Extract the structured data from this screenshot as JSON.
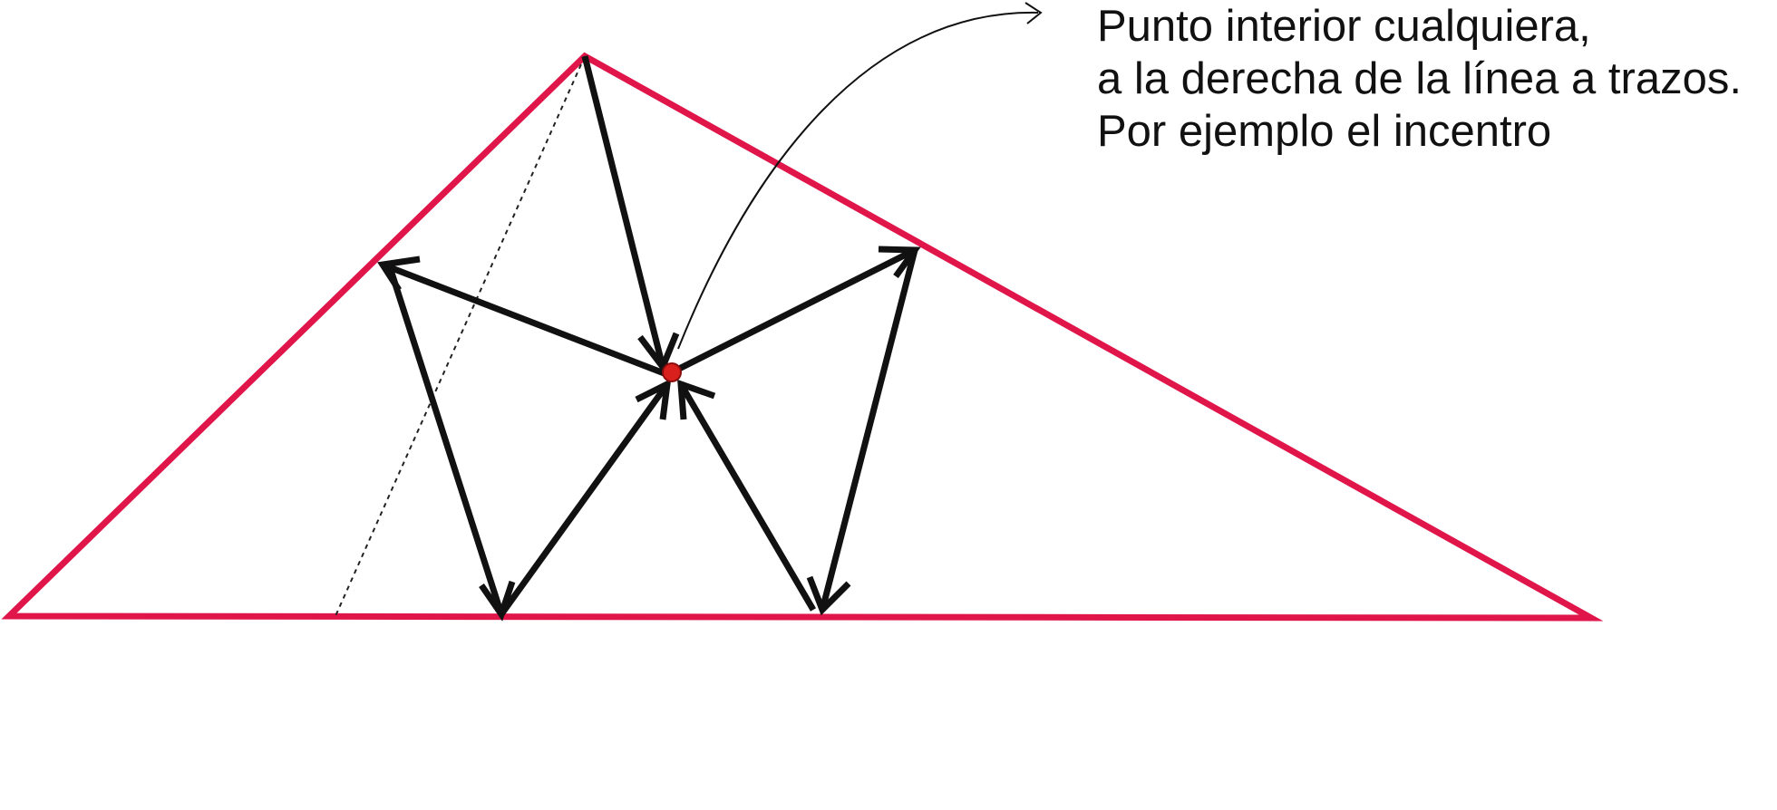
{
  "annotation": {
    "lines": [
      "Punto interior cualquiera,",
      "a la derecha de la línea a trazos.",
      "Por ejemplo el incentro"
    ]
  },
  "colors": {
    "triangle": "#e0154a",
    "arrows": "#111111",
    "point": "#d9201c",
    "dashed_line": "#222222"
  }
}
